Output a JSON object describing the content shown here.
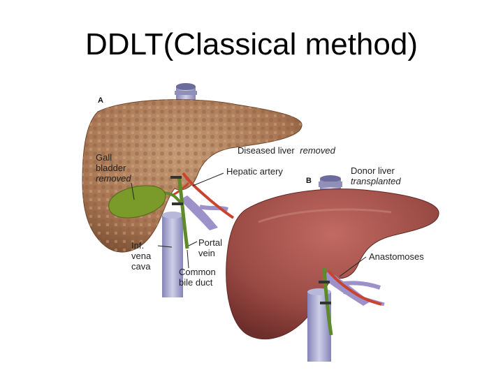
{
  "slide": {
    "title": "DDLT(Classical method)"
  },
  "illustration": {
    "panels": {
      "a": "A",
      "b": "B"
    },
    "labels": {
      "diseased_liver": "Diseased liver",
      "removed_1": "removed",
      "gall": "Gall",
      "bladder": "bladder",
      "removed_2": "removed",
      "hepatic_artery": "Hepatic artery",
      "donor_liver": "Donor liver",
      "transplanted": "transplanted",
      "inf": "Inf.",
      "vena": "vena",
      "cava": "cava",
      "portal": "Portal",
      "vein": "vein",
      "common": "Common",
      "bile_duct": "bile duct",
      "anastomoses": "Anastomoses"
    },
    "colors": {
      "diseased_liver": "#a87552",
      "donor_liver": "#9a4a44",
      "gall_bladder": "#7a9a2a",
      "vena_cava": "#a9a9d0",
      "hepatic_artery": "#c9432f",
      "portal_vein": "#9c91c8"
    }
  }
}
